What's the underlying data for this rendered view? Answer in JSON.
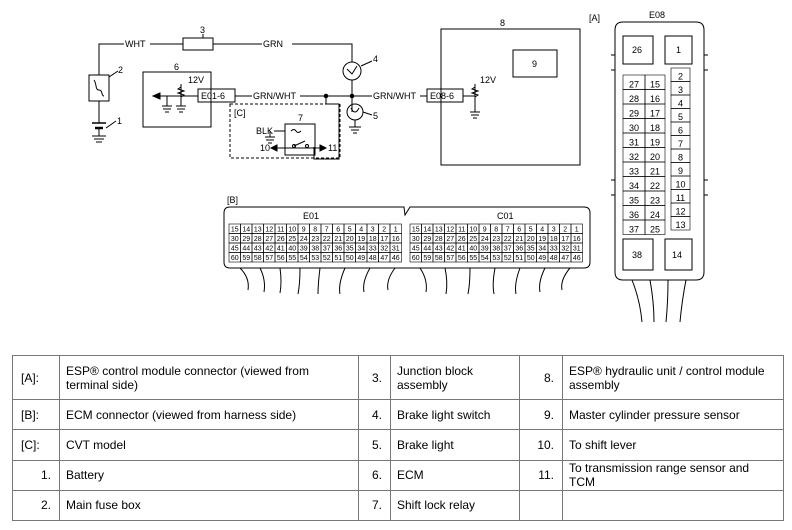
{
  "diagram": {
    "wires": {
      "wht": "WHT",
      "grn": "GRN",
      "grn_wht_ecm": "GRN/WHT",
      "grn_wht_esp": "GRN/WHT",
      "blk": "BLK"
    },
    "voltages": {
      "ecm": "12V",
      "esp": "12V"
    },
    "connectors": {
      "ecm_pin": "E01-6",
      "esp_pin": "E08-6"
    },
    "callouts": {
      "c1": "1",
      "c2": "2",
      "c3": "3",
      "c4": "4",
      "c5": "5",
      "c6": "6",
      "c7": "7",
      "c8": "8",
      "c9": "9",
      "c10": "10",
      "c11": "11"
    },
    "section_labels": {
      "a": "[A]",
      "b": "[B]",
      "c": "[C]"
    },
    "ecm_connector": {
      "e01_title": "E01",
      "c01_title": "C01",
      "rows": [
        [
          "15",
          "14",
          "13",
          "12",
          "11",
          "10",
          "9",
          "8",
          "7",
          "6",
          "5",
          "4",
          "3",
          "2",
          "1"
        ],
        [
          "30",
          "29",
          "28",
          "27",
          "26",
          "25",
          "24",
          "23",
          "22",
          "21",
          "20",
          "19",
          "18",
          "17",
          "16"
        ],
        [
          "45",
          "44",
          "43",
          "42",
          "41",
          "40",
          "39",
          "38",
          "37",
          "36",
          "35",
          "34",
          "33",
          "32",
          "31"
        ],
        [
          "60",
          "59",
          "58",
          "57",
          "56",
          "55",
          "54",
          "53",
          "52",
          "51",
          "50",
          "49",
          "48",
          "47",
          "46"
        ]
      ]
    },
    "esp_connector": {
      "title": "E08",
      "top_left": "26",
      "top_right": "1",
      "left_column": [
        "27",
        "28",
        "29",
        "30",
        "31",
        "32",
        "33",
        "34",
        "35",
        "36",
        "37"
      ],
      "mid_column": [
        "15",
        "16",
        "17",
        "18",
        "19",
        "20",
        "21",
        "22",
        "23",
        "24",
        "25"
      ],
      "right_column": [
        "2",
        "3",
        "4",
        "5",
        "6",
        "7",
        "8",
        "9",
        "10",
        "11",
        "12",
        "13"
      ],
      "bottom_left": "38",
      "bottom_right": "14"
    }
  },
  "legend": {
    "rows": [
      [
        {
          "key": "[A]:",
          "text": "ESP® control module connector (viewed from terminal side)"
        },
        {
          "key": "3.",
          "text": "Junction block assembly"
        },
        {
          "key": "8.",
          "text": "ESP® hydraulic unit / control module assembly"
        }
      ],
      [
        {
          "key": "[B]:",
          "text": "ECM connector (viewed from harness side)"
        },
        {
          "key": "4.",
          "text": "Brake light switch"
        },
        {
          "key": "9.",
          "text": "Master cylinder pressure sensor"
        }
      ],
      [
        {
          "key": "[C]:",
          "text": "CVT model"
        },
        {
          "key": "5.",
          "text": "Brake light"
        },
        {
          "key": "10.",
          "text": "To shift lever"
        }
      ],
      [
        {
          "key": "1.",
          "text": "Battery"
        },
        {
          "key": "6.",
          "text": "ECM"
        },
        {
          "key": "11.",
          "text": "To transmission range sensor and TCM"
        }
      ],
      [
        {
          "key": "2.",
          "text": "Main fuse box"
        },
        {
          "key": "7.",
          "text": "Shift lock relay"
        },
        {
          "key": "",
          "text": ""
        }
      ]
    ]
  }
}
